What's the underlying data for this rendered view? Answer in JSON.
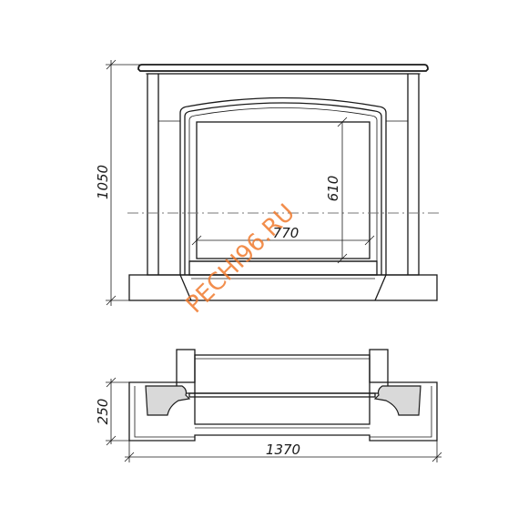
{
  "dimensions": {
    "overall_height": "1050",
    "opening_height": "610",
    "opening_width": "770",
    "depth": "250",
    "overall_width": "1370"
  },
  "watermark": "PECHI96.RU",
  "colors": {
    "line": "#1a1a1a",
    "watermark": "#f07a2e",
    "section_fill": "#d9d9d9"
  }
}
